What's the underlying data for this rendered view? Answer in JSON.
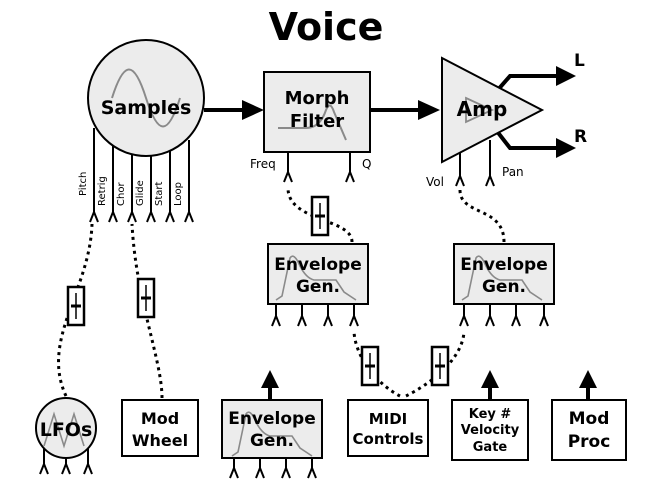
{
  "title": "Voice",
  "blocks": {
    "samples": {
      "label": "Samples",
      "inputs": [
        "Pitch",
        "Retrig",
        "Chor",
        "Glide",
        "Start",
        "Loop"
      ]
    },
    "filter": {
      "label1": "Morph",
      "label2": "Filter",
      "in_freq": "Freq",
      "in_q": "Q"
    },
    "amp": {
      "label": "Amp",
      "in_vol": "Vol",
      "in_pan": "Pan",
      "out_left": "L",
      "out_right": "R"
    },
    "env_filter": {
      "label1": "Envelope",
      "label2": "Gen."
    },
    "env_amp": {
      "label1": "Envelope",
      "label2": "Gen."
    },
    "lfos": {
      "label": "LFOs"
    },
    "mod_wheel": {
      "label1": "Mod",
      "label2": "Wheel"
    },
    "env_aux": {
      "label1": "Envelope",
      "label2": "Gen."
    },
    "midi": {
      "label1": "MIDI",
      "label2": "Controls"
    },
    "key": {
      "label1": "Key #",
      "label2": "Velocity",
      "label3": "Gate"
    },
    "mod_proc": {
      "label1": "Mod",
      "label2": "Proc"
    }
  },
  "colors": {
    "block_fill": "#ececec",
    "stroke": "#000000",
    "envelope_curve": "#8a8a8a"
  }
}
